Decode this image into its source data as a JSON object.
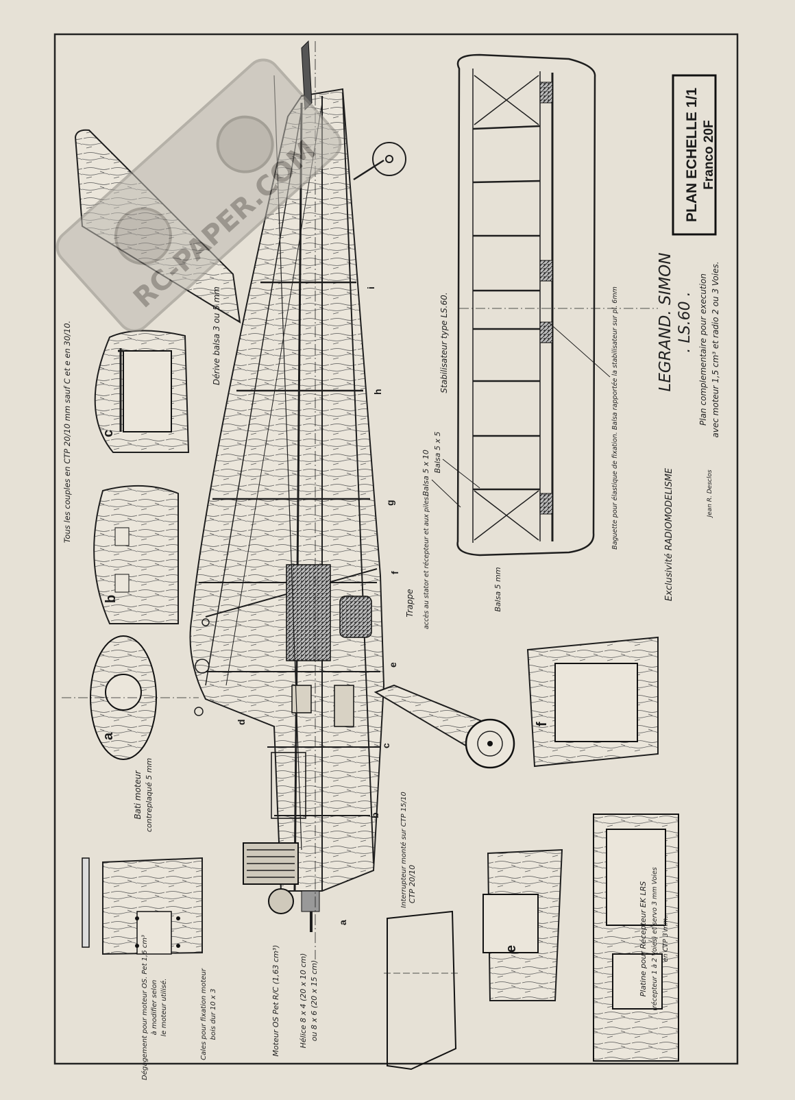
{
  "title_box": {
    "line1": "PLAN ECHELLE 1/1",
    "line2": "Franco 20F"
  },
  "model": {
    "name": "LEGRAND. SIMON",
    "designation": ". LS.60 .",
    "description_1": "Plan complementaire pour execution",
    "description_2": "avec moteur 1,5 cm³ et radio 2 ou 3 Voies."
  },
  "exclusivity": "Exclusivité RADIOMODELISME",
  "signature": "Jean R. Desclos",
  "watermark": "RC-PAPER.COM",
  "notes": {
    "couples": "Tous les couples en CTP 20/10 mm sauf C et e en 30/10.",
    "derive": "Dérive balsa 3 ou 5 mm",
    "stabilisateur": "Stabilisateur type LS.60.",
    "balsa_5x10": "Balsa 5 x 10",
    "balsa_5x5": "Balsa 5 x 5",
    "baguette": "Baguette pour élastique de fixation. Balsa rapportée la stabilisateur sur pl. 6mm",
    "balsa_5mm": "Balsa 5 mm",
    "trappe": "Trappe",
    "trappe_sub": "accès au stator et récepteur et aux piles.",
    "interrupteur": "Interrupteur monté sur CTP 15/10",
    "ctp": "CTP 20/10",
    "bati": "Bati moteur",
    "bati_sub": "contreplaqué 5 mm",
    "degagement": "Dégagement pour moteur OS. Pet 1,6 cm³",
    "degagement_2": "à modifier selon",
    "degagement_3": "le moteur utilisé.",
    "cales": "Cales pour fixation moteur",
    "cales_sub": "bois dur 10 x 3",
    "moteur": "Moteur OS Pet R/C (1,63 cm³)",
    "helice": "Hélice 8 x 4 (20 x 10 cm)",
    "helice_2": "ou 8 x 6 (20 x 15 cm)",
    "platine": "Platine pour Récepteur EK LRS",
    "platine_sub": "(récepteur 1 à 2 Voies) et servo 3 mm Voies",
    "platine_sub2": "en CTP 3 mm."
  },
  "former_labels": [
    "a",
    "b",
    "c",
    "d",
    "e",
    "f",
    "g",
    "h",
    "i"
  ],
  "detail_labels": {
    "a": "a",
    "b": "b",
    "c": "c",
    "e": "e",
    "f": "f"
  }
}
